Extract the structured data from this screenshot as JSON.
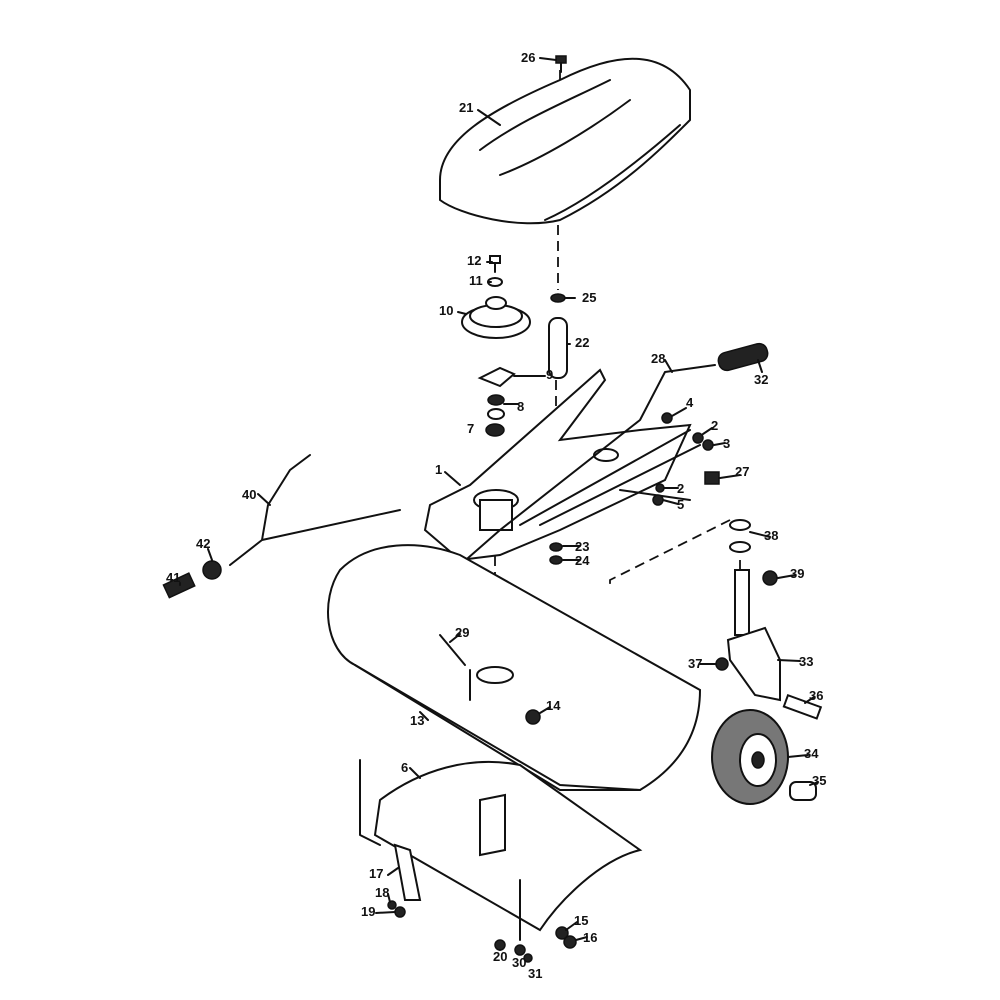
{
  "diagram": {
    "type": "exploded-parts-diagram",
    "part_labels": [
      "26",
      "21",
      "12",
      "11",
      "25",
      "10",
      "22",
      "28",
      "32",
      "9",
      "8",
      "4",
      "2",
      "7",
      "3",
      "27",
      "1",
      "2",
      "5",
      "40",
      "38",
      "42",
      "23",
      "24",
      "39",
      "41",
      "29",
      "33",
      "37",
      "36",
      "14",
      "13",
      "34",
      "6",
      "35",
      "17",
      "18",
      "19",
      "15",
      "16",
      "20",
      "30",
      "31"
    ]
  }
}
